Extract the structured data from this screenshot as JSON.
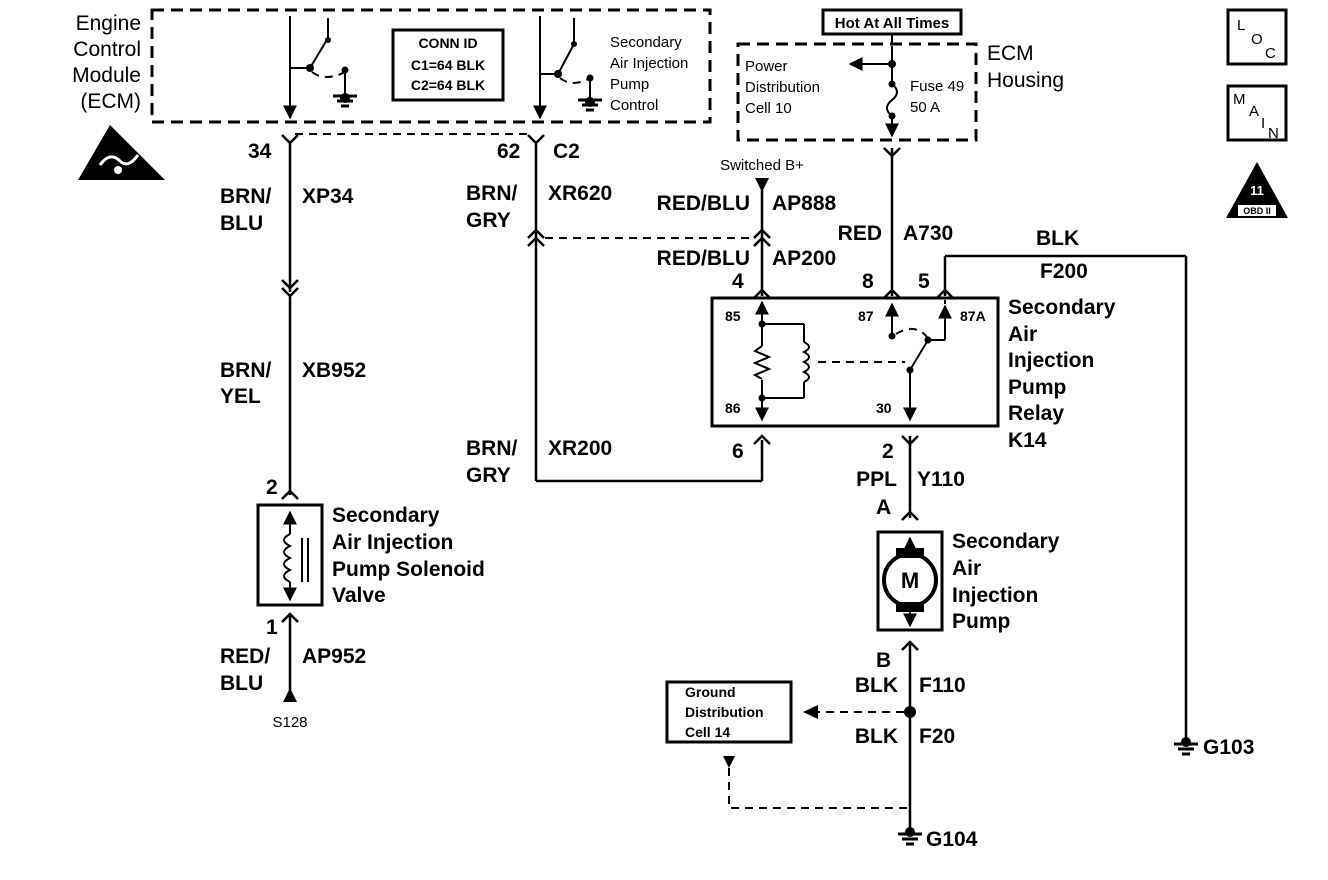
{
  "ecm": {
    "title_line1": "Engine",
    "title_line2": "Control",
    "title_line3": "Module",
    "title_line4": "(ECM)",
    "conn_id_title": "CONN ID",
    "conn_c1": "C1=64 BLK",
    "conn_c2": "C2=64 BLK",
    "pump_control_line1": "Secondary",
    "pump_control_line2": "Air Injection",
    "pump_control_line3": "Pump",
    "pump_control_line4": "Control"
  },
  "power": {
    "hot_label": "Hot At All Times",
    "pdc_line1": "Power",
    "pdc_line2": "Distribution",
    "pdc_line3": "Cell 10",
    "fuse_line1": "Fuse 49",
    "fuse_line2": "50 A",
    "housing_line1": "ECM",
    "housing_line2": "Housing"
  },
  "badges": {
    "loc_l": "L",
    "loc_o": "O",
    "loc_c": "C",
    "main_m": "M",
    "main_a": "A",
    "main_i": "I",
    "main_n": "N",
    "obd_number": "11",
    "obd_label": "OBD II"
  },
  "wires": {
    "pin_34": "34",
    "xp34_color_1": "BRN/",
    "xp34_color_2": "BLU",
    "xp34_circuit": "XP34",
    "xb952_color_1": "BRN/",
    "xb952_color_2": "YEL",
    "xb952_circuit": "XB952",
    "pin_62": "62",
    "conn_c2": "C2",
    "xr620_color_1": "BRN/",
    "xr620_color_2": "GRY",
    "xr620_circuit": "XR620",
    "xr200_color_1": "BRN/",
    "xr200_color_2": "GRY",
    "xr200_circuit": "XR200",
    "switched_b": "Switched B+",
    "ap888_color": "RED/BLU",
    "ap888_circuit": "AP888",
    "ap200_color": "RED/BLU",
    "ap200_circuit": "AP200",
    "a730_color": "RED",
    "a730_circuit": "A730",
    "f200_color": "BLK",
    "f200_circuit": "F200",
    "relay_pin_4": "4",
    "relay_pin_8": "8",
    "relay_pin_5": "5",
    "relay_pin_6": "6",
    "relay_pin_2": "2",
    "y110_color": "PPL",
    "y110_circuit": "Y110",
    "pump_pin_a": "A",
    "pump_pin_b": "B",
    "f110_color": "BLK",
    "f110_circuit": "F110",
    "f20_color": "BLK",
    "f20_circuit": "F20",
    "valve_pin_2": "2",
    "valve_pin_1": "1",
    "ap952_color_1": "RED/",
    "ap952_color_2": "BLU",
    "ap952_circuit": "AP952",
    "splice_s128": "S128"
  },
  "relay": {
    "term_85": "85",
    "term_86": "86",
    "term_87": "87",
    "term_87a": "87A",
    "term_30": "30",
    "name_line1": "Secondary",
    "name_line2": "Air",
    "name_line3": "Injection",
    "name_line4": "Pump",
    "name_line5": "Relay",
    "name_line6": "K14"
  },
  "valve": {
    "name_line1": "Secondary",
    "name_line2": "Air Injection",
    "name_line3": "Pump Solenoid",
    "name_line4": "Valve"
  },
  "pump": {
    "motor_symbol": "M",
    "name_line1": "Secondary",
    "name_line2": "Air",
    "name_line3": "Injection",
    "name_line4": "Pump"
  },
  "ground": {
    "gdc_line1": "Ground",
    "gdc_line2": "Distribution",
    "gdc_line3": "Cell 14",
    "g103": "G103",
    "g104": "G104"
  }
}
